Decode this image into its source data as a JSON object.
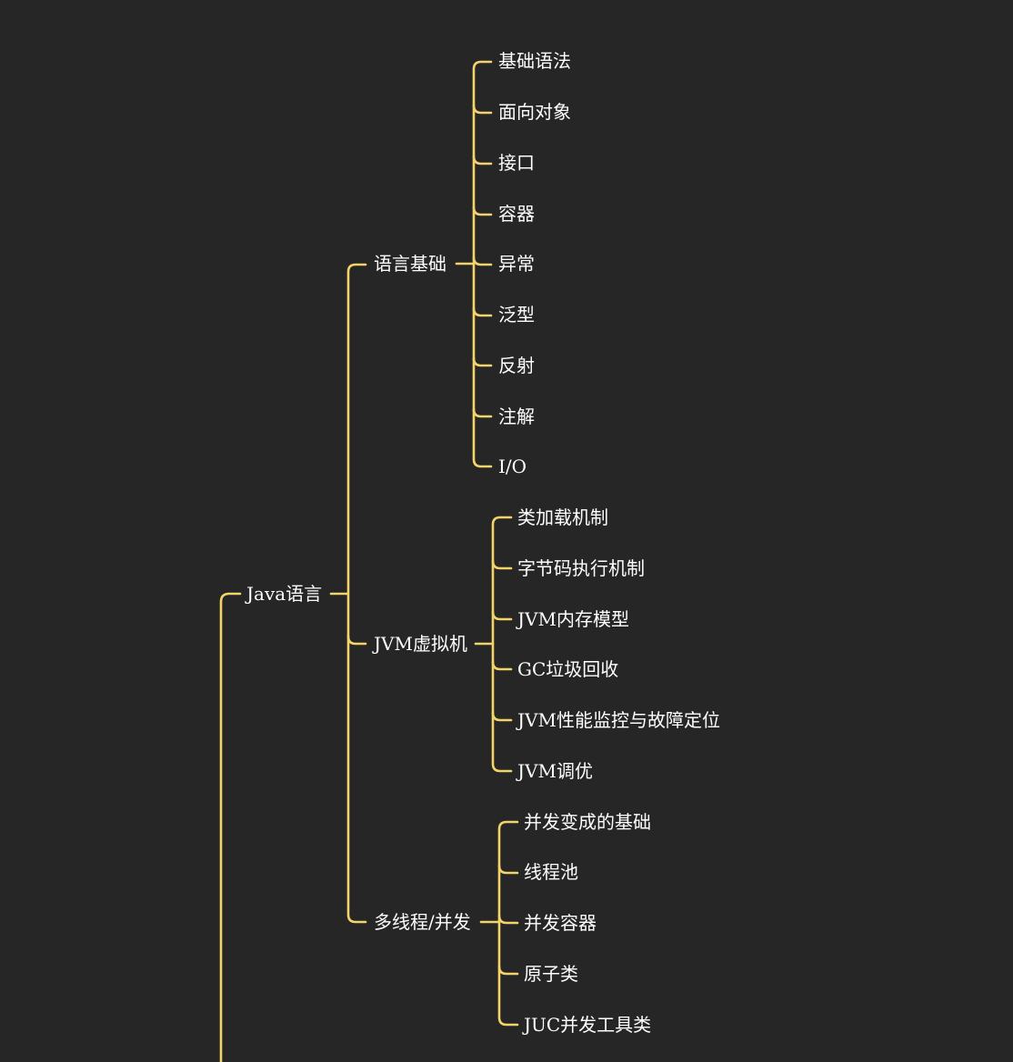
{
  "colors": {
    "background": "#262626",
    "branch": "#f3d46b",
    "text": "#ffffff"
  },
  "root": {
    "label": "Java语言",
    "children": [
      {
        "label": "语言基础",
        "children": [
          "基础语法",
          "面向对象",
          "接口",
          "容器",
          "异常",
          "泛型",
          "反射",
          "注解",
          "I/O"
        ]
      },
      {
        "label": "JVM虚拟机",
        "children": [
          "类加载机制",
          "字节码执行机制",
          "JVM内存模型",
          "GC垃圾回收",
          "JVM性能监控与故障定位",
          "JVM调优"
        ]
      },
      {
        "label": "多线程/并发",
        "children": [
          "并发变成的基础",
          "线程池",
          "并发容器",
          "原子类",
          "JUC并发工具类"
        ]
      }
    ]
  }
}
